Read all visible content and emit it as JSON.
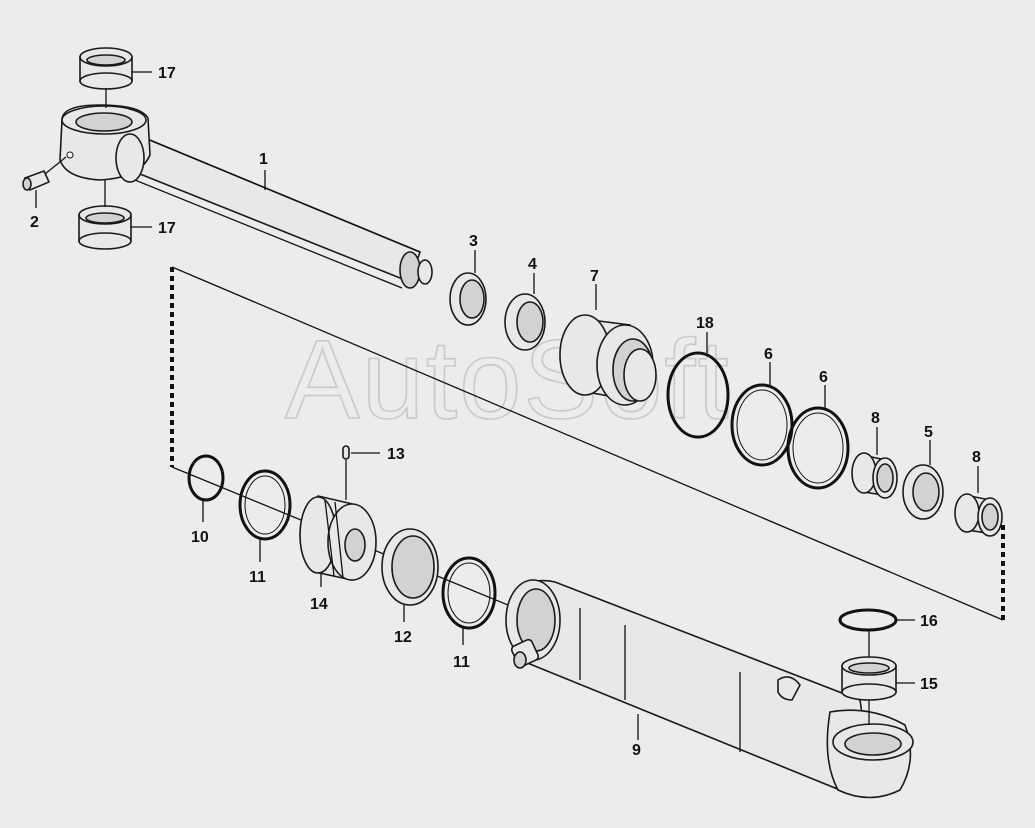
{
  "watermark": "AutoSoft",
  "callouts": {
    "rod": "1",
    "grease_nipple": "2",
    "wiper": "3",
    "rod_seal": "4",
    "cylinder_head": "7",
    "head_oring": "18",
    "backup_ring_a": "6",
    "backup_ring_b": "6",
    "guide_bushing_a": "8",
    "buffer_seal": "5",
    "guide_bushing_b": "8",
    "rod_ring": "10",
    "piston_ring_a": "11",
    "set_screw": "13",
    "piston": "14",
    "piston_seal": "12",
    "piston_ring_b": "11",
    "cylinder_tube": "9",
    "tube_ring": "16",
    "tube_bushing": "15",
    "rod_bushing_top": "17",
    "rod_bushing_bottom": "17"
  },
  "colors": {
    "background": "#ececec",
    "line": "#111111",
    "part_fill": "#e8e8e8",
    "watermark": "#c9c9c9"
  }
}
